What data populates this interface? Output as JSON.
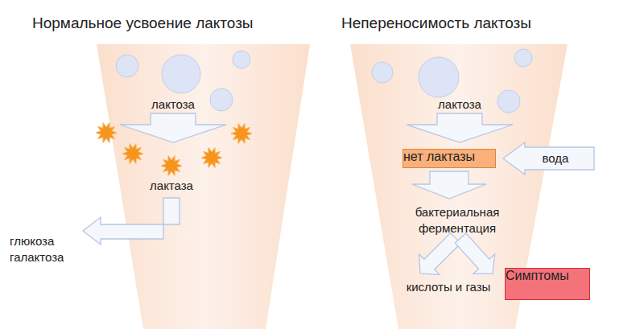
{
  "diagram": {
    "nodes": [
      {
        "text": [
          "Нормальное усвоение лактозы"
        ]
      },
      {
        "text": [
          "Непереносимость лактозы"
        ]
      },
      {
        "text": [
          "нет лактазы"
        ],
        "in": 1
      },
      {
        "text": [
          "Симптомы"
        ]
      }
    ],
    "labels": [
      "лактоза",
      "лактаза",
      "глюкоза галактоза",
      "лактоза",
      "вода",
      "бактериальная ферментация",
      "кислоты и газы"
    ]
  }
}
